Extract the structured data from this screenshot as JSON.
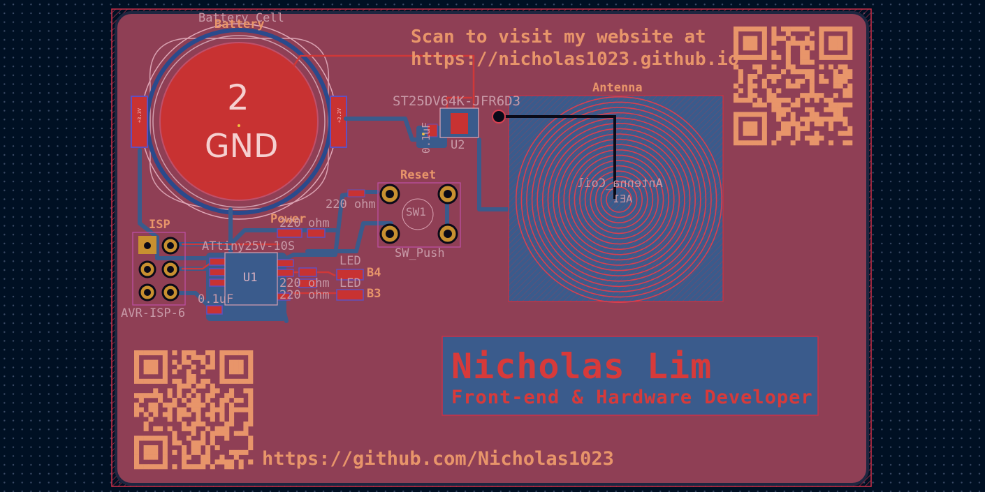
{
  "board": {
    "website_prompt_line1": "Scan to visit my website at",
    "website_prompt_line2": "https://nicholas1023.github.io",
    "github_url": "https://github.com/Nicholas1023",
    "name": "Nicholas Lim",
    "title": "Front-end & Hardware Developer"
  },
  "battery": {
    "footprint_label": "Battery_Cell",
    "ref_label": "Battery",
    "pad_number": "2",
    "pad_net": "GND",
    "pad_left_text": "+3.3V",
    "pad_right_text": "+3.3V"
  },
  "nfc": {
    "part_label": "ST25DV64K-JFR6D3",
    "ref": "U2",
    "cap_value": "0.1uF",
    "antenna_label": "Antenna",
    "antenna_mirrored": "Antenna_Coil",
    "antenna_ref": "AE1"
  },
  "reset": {
    "label": "Reset",
    "ref": "SW1",
    "part": "SW_Push",
    "resistor_value": "220 ohm"
  },
  "mcu": {
    "part_label": "ATtiny25V-10S",
    "ref": "U1",
    "cap_value": "0.1uF",
    "power_label": "Power",
    "power_resistor": "220 ohm"
  },
  "isp": {
    "label": "ISP",
    "part": "AVR-ISP-6"
  },
  "leds": {
    "led4_label": "LED",
    "led4_pin": "B4",
    "led3_label": "LED",
    "led3_pin": "B3",
    "resistor1": "220 ohm",
    "resistor2": "220 ohm"
  },
  "colors": {
    "board_fill": "#8f3f55",
    "copper_red": "#c83232",
    "copper_blue": "#3a5b8c",
    "silkscreen": "#e8956a",
    "edge_cut": "#d0304a"
  }
}
